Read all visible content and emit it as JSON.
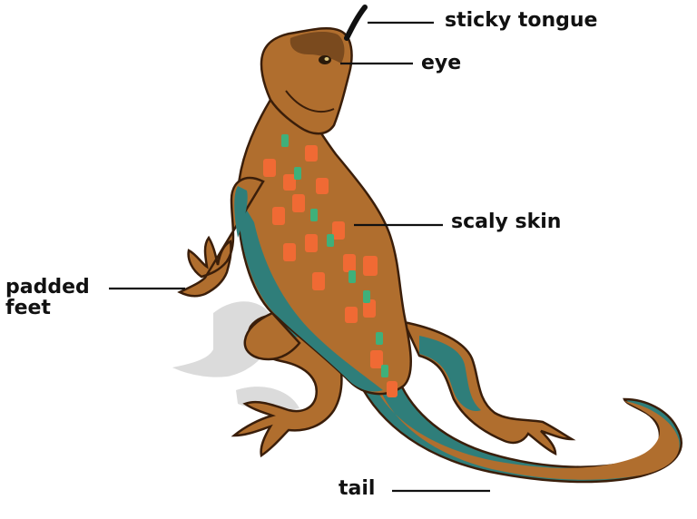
{
  "labels": {
    "sticky_tongue": "sticky tongue",
    "eye": "eye",
    "scaly_skin": "scaly skin",
    "padded_feet_line1": "padded",
    "padded_feet_line2": "feet",
    "tail": "tail"
  },
  "colors": {
    "body": "#b06e2e",
    "body_light": "#c98a44",
    "belly": "#2f7e7a",
    "spots_orange": "#f06a34",
    "spots_green": "#3fb07a",
    "outline": "#3a1e0a",
    "shadow": "#cfcfcf"
  }
}
